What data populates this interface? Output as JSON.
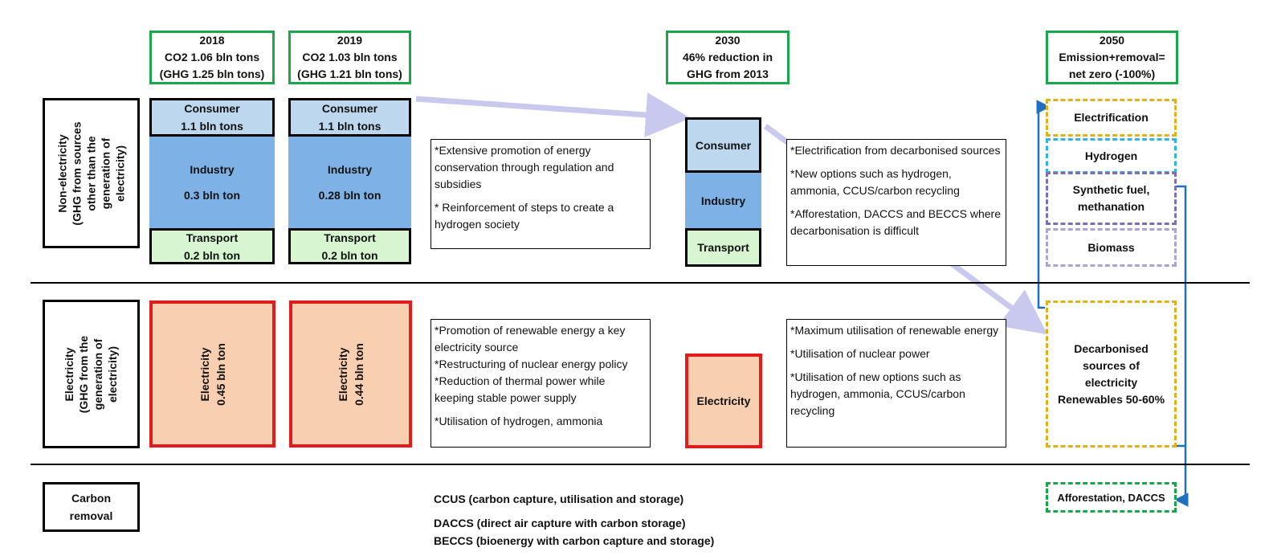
{
  "headers": {
    "y2018": [
      "2018",
      "CO2 1.06 bln tons",
      "(GHG 1.25 bln tons)"
    ],
    "y2019": [
      "2019",
      "CO2 1.03 bln tons",
      "(GHG 1.21 bln tons)"
    ],
    "y2030": [
      "2030",
      "46% reduction in",
      "GHG from 2013"
    ],
    "y2050": [
      "2050",
      "Emission+removal=",
      "net zero (-100%)"
    ]
  },
  "row_labels": {
    "non_electricity": [
      "Non-electricity",
      "(GHG from sources",
      "other than the",
      "generation of",
      "electricity)"
    ],
    "electricity": [
      "Electricity",
      "(GHG from the",
      "generation of",
      "electricity)"
    ],
    "carbon_removal": [
      "Carbon",
      "removal"
    ]
  },
  "col2018": {
    "consumer": [
      "Consumer",
      "1.1 bln tons"
    ],
    "industry": [
      "Industry",
      "0.3 bln ton"
    ],
    "transport": [
      "Transport",
      "0.2 bln ton"
    ],
    "electricity": [
      "Electricity",
      "0.45 bln ton"
    ]
  },
  "col2019": {
    "consumer": [
      "Consumer",
      "1.1 bln tons"
    ],
    "industry": [
      "Industry",
      "0.28 bln ton"
    ],
    "transport": [
      "Transport",
      "0.2 bln ton"
    ],
    "electricity": [
      "Electricity",
      "0.44 bln ton"
    ]
  },
  "policy_nonelec": [
    "*Extensive promotion of energy conservation through regulation and subsidies",
    "* Reinforcement of steps to create a hydrogen society"
  ],
  "policy_elec": [
    "*Promotion of renewable energy a key electricity source",
    "*Restructuring of nuclear energy policy",
    "*Reduction of thermal power while keeping stable power supply",
    "*Utilisation of hydrogen, ammonia"
  ],
  "col2030": {
    "consumer": "Consumer",
    "industry": "Industry",
    "transport": "Transport",
    "electricity": "Electricity"
  },
  "measures_nonelec": [
    "*Electrification from decarbonised sources",
    "*New options such as hydrogen, ammonia, CCUS/carbon recycling",
    "*Afforestation, DACCS and BECCS where decarbonisation is difficult"
  ],
  "measures_elec": [
    "*Maximum utilisation of renewable energy",
    "*Utilisation of nuclear power",
    "*Utilisation of new options such as hydrogen, ammonia, CCUS/carbon recycling"
  ],
  "col2050": {
    "electrification": "Electrification",
    "hydrogen": "Hydrogen",
    "synthetic_fuel": [
      "Synthetic fuel,",
      "methanation"
    ],
    "biomass": "Biomass",
    "decarbonised": [
      "Decarbonised",
      "sources of",
      "electricity",
      "Renewables 50-60%"
    ],
    "afforestation": "Afforestation, DACCS"
  },
  "glossary": [
    "CCUS (carbon capture, utilisation and storage)",
    "DACCS (direct air capture with carbon storage)",
    "BECCS (bioenergy with carbon capture and storage)"
  ],
  "colors": {
    "header_border": "#1aa64a",
    "consumer_fill": "#bdd7ee",
    "industry_fill": "#7eb2e6",
    "transport_fill": "#d6f5d0",
    "electricity_fill": "#f8cfb0",
    "electricity_border": "#e21c1c",
    "arrow_light": "#c9c9ef",
    "arrow_blue": "#1f6fc0",
    "dash_gold": "#e0b21a",
    "dash_cyan": "#2fb6e0",
    "dash_purple": "#7a6fb8",
    "dash_lavender": "#a9a3d8",
    "dash_green": "#1aa64a"
  }
}
